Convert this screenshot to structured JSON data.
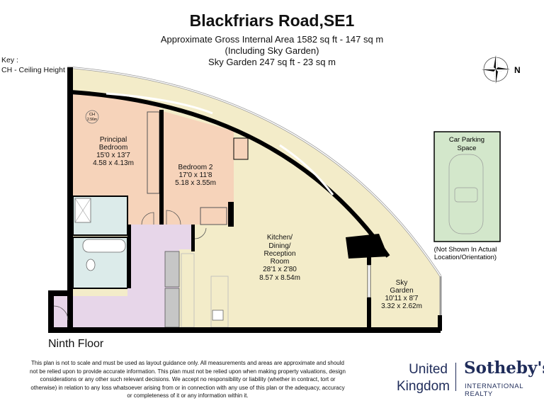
{
  "header": {
    "title": "Blackfriars Road,SE1",
    "area_line": "Approximate Gross Internal Area 1582 sq ft - 147 sq m",
    "including_line": "(Including Sky Garden)",
    "sky_garden_line": "Sky Garden 247 sq ft - 23 sq m"
  },
  "key": {
    "label": "Key :",
    "item": "CH - Ceiling Height"
  },
  "compass": {
    "letter": "N"
  },
  "rooms": {
    "principal": {
      "name1": "Principal",
      "name2": "Bedroom",
      "imperial": "15'0 x 13'7",
      "metric": "4.58 x 4.13m",
      "ch_label": "CH",
      "ch_value": "2.56m"
    },
    "bedroom2": {
      "name": "Bedroom 2",
      "imperial": "17'0 x 11'8",
      "metric": "5.18 x 3.55m"
    },
    "kitchen": {
      "name1": "Kitchen/",
      "name2": "Dining/",
      "name3": "Reception",
      "name4": "Room",
      "imperial": "28'1 x 2'80",
      "metric": "8.57 x 8.54m"
    },
    "sky_garden": {
      "name1": "Sky",
      "name2": "Garden",
      "imperial": "10'11 x 8'7",
      "metric": "3.32 x 2.62m"
    }
  },
  "parking": {
    "line1": "Car Parking",
    "line2": "Space",
    "note1": "(Not Shown In Actual",
    "note2": "Location/Orientation)"
  },
  "floor_label": "Ninth Floor",
  "disclaimer": "This plan is not to scale and must be used as layout guidance only. All measurements and areas are approximate and should not be relied upon to provide accurate information. This plan must not be relied upon when making property valuations, design considerations or any other such relevant decisions. We accept no responsibility or liability (whether in contract, tort or otherwise) in relation to any loss whatsoever arising from or in connection with any use of this plan or the adequacy, accuracy or completeness of it or any information within it.",
  "logo": {
    "region1": "United",
    "region2": "Kingdom",
    "brand": "Sotheby's",
    "tagline": "INTERNATIONAL REALTY"
  },
  "colors": {
    "cream": "#f3ecc9",
    "peach": "#f6d3ba",
    "bath": "#dcebea",
    "hall": "#e7d6e9",
    "closet": "#c6c6c6",
    "parking": "#d3e7cb",
    "brand": "#1f2c5a"
  }
}
